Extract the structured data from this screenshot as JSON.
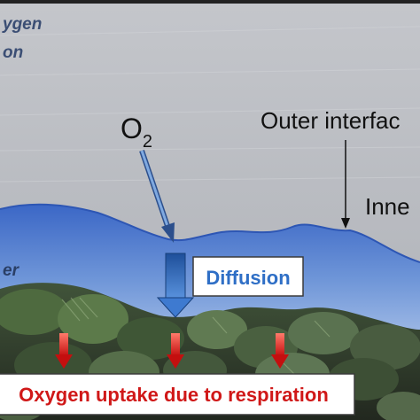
{
  "labels": {
    "corner_top_line1": "ygen",
    "corner_top_line2": "on",
    "o2_main": "O",
    "o2_sub": "2",
    "outer_interface": "Outer interfac",
    "inner": "Inne",
    "water_fragment": "er",
    "diffusion": "Diffusion",
    "uptake": "Oxygen uptake due to respiration"
  },
  "colors": {
    "uptake_text": "#d01818",
    "uptake_arrow": "#d41a1a",
    "diffusion_arrow": "#2f6fc6",
    "fragment_text": "#2a3f66"
  }
}
